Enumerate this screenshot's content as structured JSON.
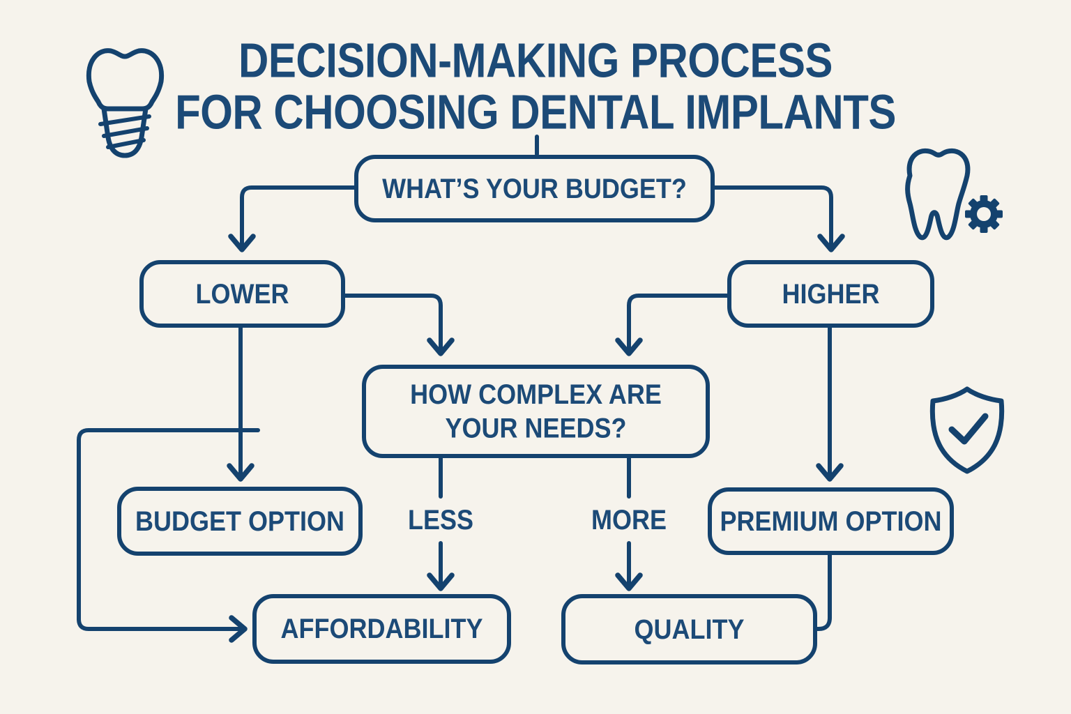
{
  "palette": {
    "ink": "#14426e",
    "text": "#1c4a77",
    "bg": "#f6f3ec"
  },
  "title": {
    "line1": "DECISION-MAKING PROCESS",
    "line2": "FOR CHOOSING DENTAL IMPLANTS"
  },
  "flowchart": {
    "nodes": [
      {
        "id": "budget-question",
        "label": "WHAT’S YOUR BUDGET?",
        "shape": "box"
      },
      {
        "id": "lower",
        "label": "LOWER",
        "shape": "box"
      },
      {
        "id": "higher",
        "label": "HIGHER",
        "shape": "box"
      },
      {
        "id": "complexity-question",
        "label": "HOW COMPLEX ARE YOUR NEEDS?",
        "shape": "box"
      },
      {
        "id": "budget-option",
        "label": "BUDGET OPTION",
        "shape": "box"
      },
      {
        "id": "less",
        "label": "LESS",
        "shape": "text"
      },
      {
        "id": "more",
        "label": "MORE",
        "shape": "text"
      },
      {
        "id": "premium-option",
        "label": "PREMIUM OPTION",
        "shape": "box"
      },
      {
        "id": "affordability",
        "label": "AFFORDABILITY",
        "shape": "box"
      },
      {
        "id": "quality",
        "label": "QUALITY",
        "shape": "box"
      }
    ],
    "edges": [
      {
        "from": "budget-question",
        "to": "lower"
      },
      {
        "from": "budget-question",
        "to": "higher"
      },
      {
        "from": "lower",
        "to": "complexity-question"
      },
      {
        "from": "higher",
        "to": "complexity-question"
      },
      {
        "from": "lower",
        "to": "budget-option"
      },
      {
        "from": "higher",
        "to": "premium-option"
      },
      {
        "from": "complexity-question",
        "to": "less"
      },
      {
        "from": "complexity-question",
        "to": "more"
      },
      {
        "from": "less",
        "to": "affordability"
      },
      {
        "from": "more",
        "to": "quality"
      },
      {
        "from": "budget-option",
        "to": "affordability"
      },
      {
        "from": "premium-option",
        "to": "quality"
      }
    ]
  },
  "icons": [
    {
      "name": "dental-implant-icon"
    },
    {
      "name": "tooth-gear-icon"
    },
    {
      "name": "shield-check-icon"
    }
  ]
}
